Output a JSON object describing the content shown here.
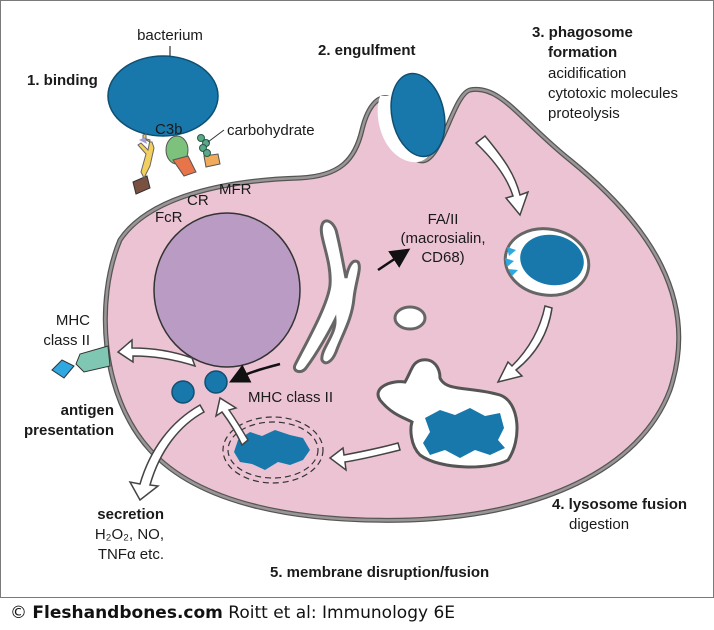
{
  "colors": {
    "cytoplasm": "#ecc3d3",
    "membrane": "#8c8888",
    "nucleus": "#b99bc4",
    "bacterium": "#1878ab",
    "receptor_teal": "#7fc7b3",
    "antigen_cyan": "#2fa7e0"
  },
  "steps": {
    "binding": "1. binding",
    "engulfment": "2. engulfment",
    "phagosome_line1": "3. phagosome",
    "phagosome_line2": "formation",
    "phagosome_detail1": "acidification",
    "phagosome_detail2": "cytotoxic molecules",
    "phagosome_detail3": "proteolysis",
    "lysosome": "4. lysosome fusion",
    "lysosome_detail": "digestion",
    "membrane": "5. membrane disruption/fusion"
  },
  "labels": {
    "bacterium": "bacterium",
    "c3b": "C3b",
    "carbohydrate": "carbohydrate",
    "fcr": "FcR",
    "cr": "CR",
    "mfr": "MFR",
    "fa_line1": "FA/II",
    "fa_line2": "(macrosialin,",
    "fa_line3": "CD68)",
    "mhc_outer_line1": "MHC",
    "mhc_outer_line2": "class II",
    "mhc_inner": "MHC class II",
    "antigen_line1": "antigen",
    "antigen_line2": "presentation",
    "secretion": "secretion",
    "secretion_line1": "H₂O₂, NO,",
    "secretion_line2": "TNFα etc."
  },
  "footer": {
    "copyright": "©",
    "brand": "Fleshandbones.com",
    "citation": "Roitt et al: Immunology 6E"
  }
}
